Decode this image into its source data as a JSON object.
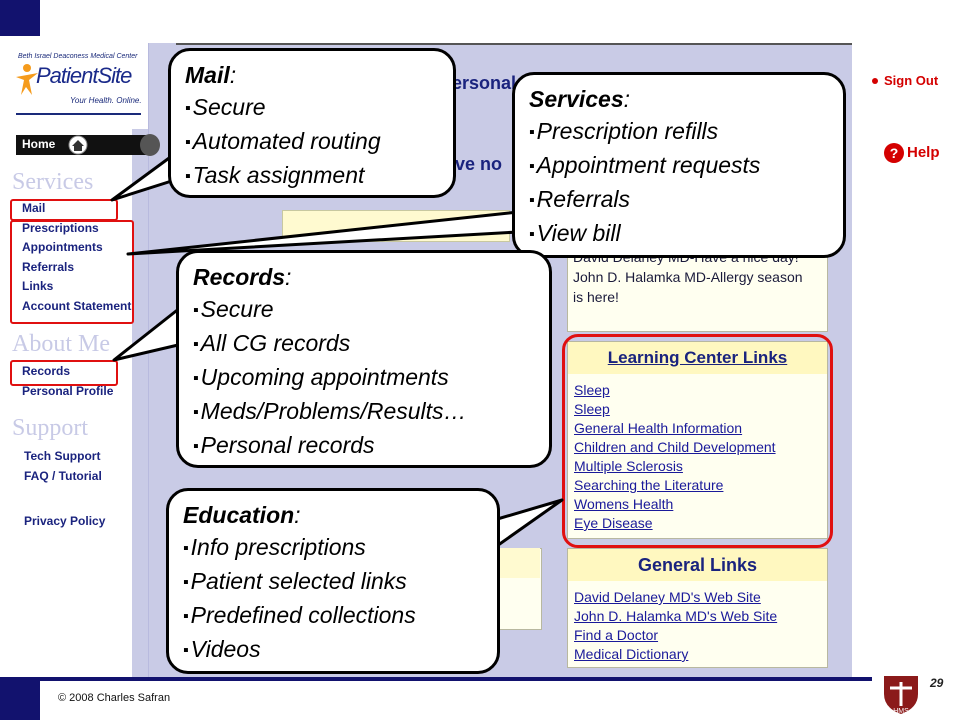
{
  "slide": {
    "copyright": "© 2008 Charles Safran",
    "page_number": "29"
  },
  "sidebar": {
    "org": "Beth Israel Deaconess Medical Center",
    "logo_name": "PatientSite",
    "tagline": "Your Health. Online.",
    "home_label": "Home",
    "sections": [
      {
        "title": "Services",
        "items": [
          "Mail",
          "Prescriptions",
          "Appointments",
          "Referrals",
          "Links",
          "Account Statement"
        ]
      },
      {
        "title": "About Me",
        "items": [
          "Records",
          "Personal Profile"
        ]
      },
      {
        "title": "Support",
        "items": [
          "Tech Support",
          "FAQ / Tutorial"
        ]
      }
    ],
    "privacy": "Privacy Policy"
  },
  "screen": {
    "sign_out": "Sign Out",
    "help": "Help",
    "frag_personal": "ersonal",
    "frag_have": "ve no",
    "messages": [
      "David Delaney MD-Have a nice day!",
      "John D. Halamka MD-Allergy season",
      "is here!"
    ],
    "learning_center": {
      "title": "Learning Center Links",
      "links": [
        "Sleep",
        "Sleep",
        "General Health Information",
        "Children and Child Development",
        "Multiple Sclerosis",
        "Searching the Literature",
        "Womens Health",
        "Eye Disease"
      ]
    },
    "general_links": {
      "title": "General Links",
      "links": [
        "David Delaney MD's Web Site",
        "John D. Halamka MD's Web Site",
        "Find a Doctor",
        "Medical Dictionary"
      ]
    }
  },
  "callouts": {
    "mail": {
      "title": "Mail",
      "items": [
        "Secure",
        "Automated routing",
        "Task assignment"
      ]
    },
    "services": {
      "title": "Services",
      "items": [
        "Prescription refills",
        "Appointment requests",
        "Referrals",
        "View bill"
      ]
    },
    "records": {
      "title": "Records",
      "items": [
        "Secure",
        "All CG records",
        "Upcoming appointments",
        "Meds/Problems/Results…",
        "Personal records"
      ]
    },
    "education": {
      "title": "Education",
      "items": [
        "Info prescriptions",
        "Patient selected links",
        "Predefined collections",
        "Videos"
      ]
    }
  },
  "colors": {
    "navy": "#12126e",
    "screen_bg": "#c9cbe6",
    "highlight_red": "#e01010",
    "link_blue": "#1a1a9a"
  }
}
